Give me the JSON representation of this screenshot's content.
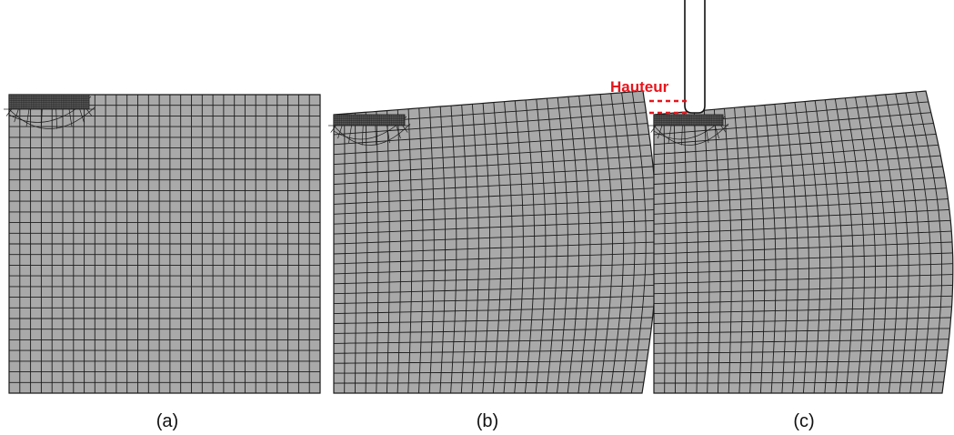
{
  "captions": {
    "a": "(a)",
    "b": "(b)",
    "c": "(c)"
  },
  "annotation": {
    "label": "Hauteur",
    "color": "#e8141c"
  },
  "colors": {
    "mesh_fill": "#a9a9a9",
    "mesh_line": "#1c1c1c",
    "tool_fill": "#ffffff"
  }
}
